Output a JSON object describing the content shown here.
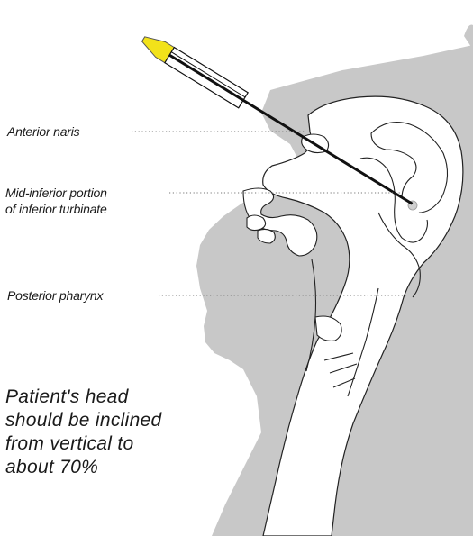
{
  "labels": {
    "anterior_naris": "Anterior naris",
    "turbinate_line1": "Mid-inferior portion",
    "turbinate_line2": "of inferior turbinate",
    "posterior_pharynx": "Posterior pharynx"
  },
  "note": {
    "line1": "Patient's head",
    "line2": "should be inclined",
    "line3": "from vertical to",
    "line4": "about 70%"
  },
  "colors": {
    "head_fill": "#c8c8c8",
    "cavity_fill": "#ffffff",
    "outline": "#222222",
    "swab_tip": "#f2e21a",
    "swab_shaft": "#111111"
  }
}
